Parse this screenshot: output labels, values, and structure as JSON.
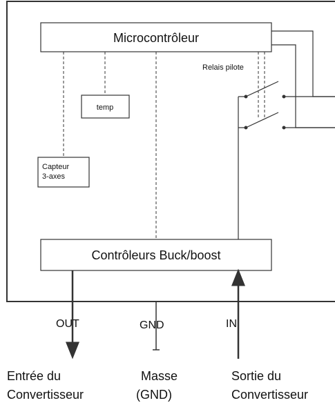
{
  "blocks": {
    "microcontroller": "Microcontrôleur",
    "temp_sensor": "temp",
    "accel_line1": "Capteur",
    "accel_line2": "3-axes",
    "buck_boost": "Contrôleurs Buck/boost"
  },
  "labels": {
    "relay": "Relais pilote",
    "out": "OUT",
    "gnd": "GND",
    "in": "IN"
  },
  "captions": {
    "out_line1": "Entrée du",
    "out_line2": "Convertisseur",
    "gnd_line1": "Masse",
    "gnd_line2": "(GND)",
    "in_line1": "Sortie du",
    "in_line2": "Convertisseur"
  }
}
